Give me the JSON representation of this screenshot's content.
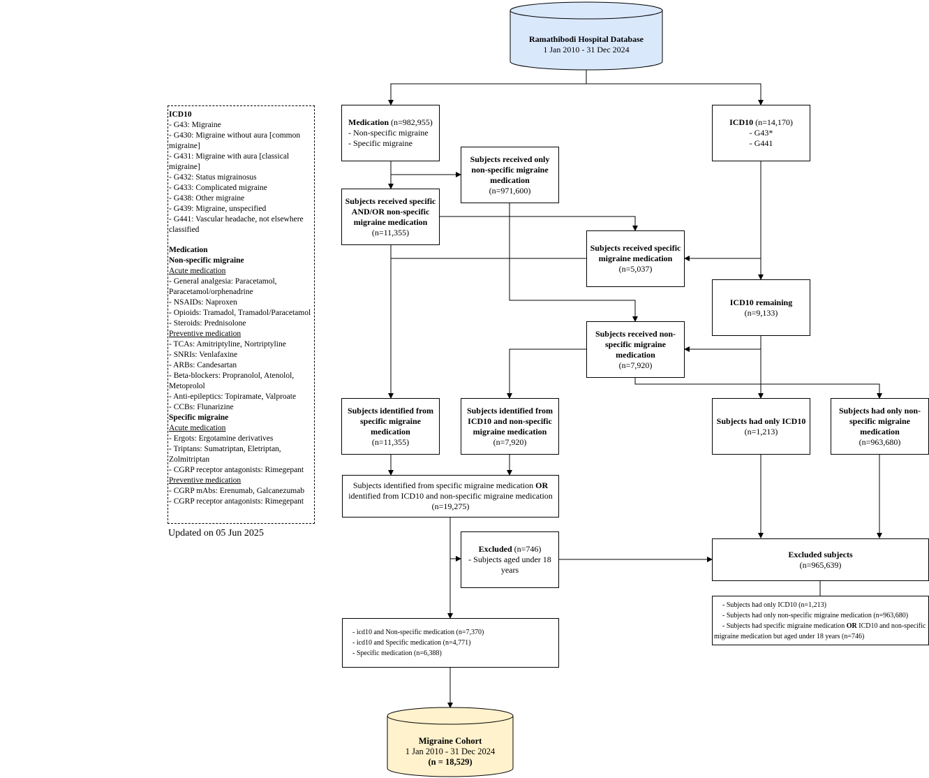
{
  "colors": {
    "database_fill": "#dae8fc",
    "cohort_fill": "#fff2cc",
    "stroke": "#000000"
  },
  "database": {
    "title": "Ramathibodi Hospital Database",
    "dates": "1 Jan 2010 - 31 Dec 2024"
  },
  "medication": {
    "title": "Medication",
    "count": " (n=982,955)",
    "line1": "- Non-specific migraine",
    "line2": "- Specific migraine"
  },
  "icd10": {
    "title": "ICD10",
    "count": " (n=14,170)",
    "line1": "- G43*",
    "line2": "- G441"
  },
  "only_nonspecific": {
    "title": "Subjects received only non-specific migraine medication",
    "count": "(n=971,600)"
  },
  "specific_and_or": {
    "title": "Subjects received specific AND/OR non-specific migraine medication",
    "count": "(n=11,355)"
  },
  "received_specific": {
    "title": "Subjects received specific migraine medication",
    "count": "(n=5,037)"
  },
  "icd10_remaining": {
    "title": "ICD10 remaining",
    "count": "(n=9,133)"
  },
  "received_nonspecific": {
    "title": "Subjects received non-specific migraine medication",
    "count": "(n=7,920)"
  },
  "identified_specific": {
    "title": "Subjects identified from specific migraine medication",
    "count": "(n=11,355)"
  },
  "identified_icd10": {
    "title": "Subjects identified from ICD10 and non-specific migraine medication",
    "count": "(n=7,920)"
  },
  "only_icd10": {
    "title": "Subjects had only ICD10",
    "count": "(n=1,213)"
  },
  "only_nonspecific_icd": {
    "title": "Subjects had only non-specific migraine medication",
    "count": "(n=963,680)"
  },
  "combined": {
    "part1": "Subjects identified from specific migraine medication ",
    "or": "OR",
    "part2": " identified from ICD10 and non-specific migraine medication",
    "count": "(n=19,275)"
  },
  "excluded": {
    "title": "Excluded",
    "count": " (n=746)",
    "reason": "- Subjects aged under 18 years"
  },
  "excluded_subjects": {
    "title": "Excluded subjects",
    "count": "(n=965,639)"
  },
  "excluded_details": {
    "line1": "- Subjects had only ICD10 (n=1,213)",
    "line2": "- Subjects had only non-specific migraine medication (n=963,680)",
    "line3a": "- Subjects had specific migraine medication ",
    "line3or": "OR",
    "line3b": " ICD10 and non-specific migraine medication but aged under 18 years (n=746)"
  },
  "breakdown": {
    "line1": "- icd10 and Non-specific medication (n=7,370)",
    "line2": "- icd10 and Specific medication (n=4,771)",
    "line3": "- Specific medication (n=6,388)"
  },
  "cohort": {
    "title": "Migraine Cohort",
    "dates": "1 Jan 2010 - 31 Dec 2024",
    "count": "(n = 18,529)"
  },
  "legend": {
    "icd_title": "ICD10",
    "icd_items": [
      "- G43: Migraine",
      "- G430: Migraine without aura [common migraine]",
      "- G431: Migraine with aura [classical migraine]",
      "- G432: Status migrainosus",
      "- G433: Complicated migraine",
      "- G438: Other migraine",
      "- G439: Migraine, unspecified",
      "- G441: Vascular headache, not elsewhere classified"
    ],
    "med_title": "Medication",
    "nonspecific_title": "Non-specific migraine",
    "acute_title": "Acute medication",
    "ns_acute": [
      "- General analgesia: Paracetamol, Paracetamol/orphenadrine",
      "- NSAIDs: Naproxen",
      "- Opioids: Tramadol, Tramadol/Paracetamol",
      "- Steroids: Prednisolone"
    ],
    "preventive_title": "Preventive medication",
    "ns_preventive": [
      "- TCAs: Amitriptyline, Nortriptyline",
      "- SNRIs: Venlafaxine",
      "- ARBs: Candesartan",
      "- Beta-blockers: Propranolol, Atenolol, Metoprolol",
      "- Anti-epileptics: Topiramate, Valproate",
      "- CCBs: Flunarizine"
    ],
    "specific_title": "Specific migraine",
    "sp_acute": [
      "- Ergots: Ergotamine derivatives",
      "- Triptans: Sumatriptan, Eletriptan, Zolmitriptan",
      "- CGRP receptor antagonists: Rimegepant"
    ],
    "sp_preventive": [
      "- CGRP mAbs: Erenumab, Galcanezumab",
      "- CGRP receptor antagonists: Rimegepant"
    ]
  },
  "updated": "Updated on 05 Jun 2025"
}
